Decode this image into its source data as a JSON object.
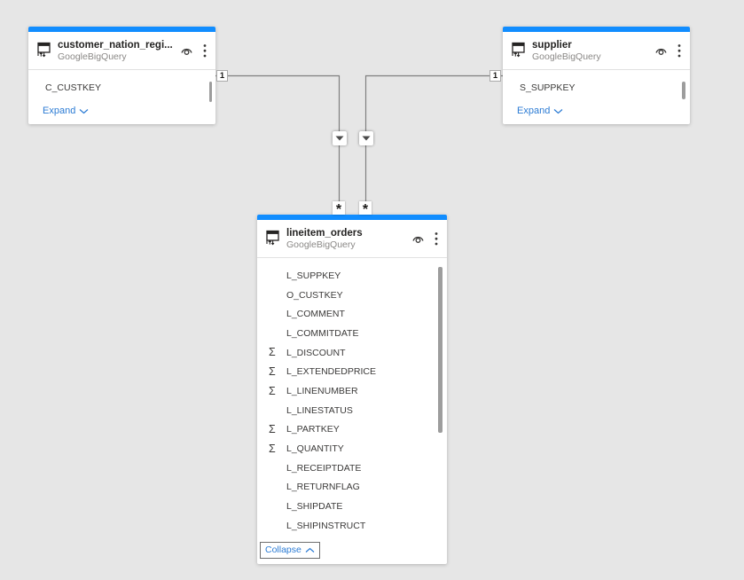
{
  "colors": {
    "canvas_background": "#e6e6e6",
    "accent_blue": "#118DFF",
    "link_blue": "#2b7bd4",
    "connector_gray": "#7f7f7f"
  },
  "icons": {
    "sigma_glyph": "Σ"
  },
  "tables": [
    {
      "title": "customer_nation_regi...",
      "subtitle": "GoogleBigQuery",
      "fields": [
        {
          "name": "C_CUSTKEY",
          "aggregate": false
        }
      ],
      "footer_label": "Expand"
    },
    {
      "title": "supplier",
      "subtitle": "GoogleBigQuery",
      "fields": [
        {
          "name": "S_SUPPKEY",
          "aggregate": false
        }
      ],
      "footer_label": "Expand"
    },
    {
      "title": "lineitem_orders",
      "subtitle": "GoogleBigQuery",
      "fields": [
        {
          "name": "L_SUPPKEY",
          "aggregate": false
        },
        {
          "name": "O_CUSTKEY",
          "aggregate": false
        },
        {
          "name": "L_COMMENT",
          "aggregate": false
        },
        {
          "name": "L_COMMITDATE",
          "aggregate": false
        },
        {
          "name": "L_DISCOUNT",
          "aggregate": true
        },
        {
          "name": "L_EXTENDEDPRICE",
          "aggregate": true
        },
        {
          "name": "L_LINENUMBER",
          "aggregate": true
        },
        {
          "name": "L_LINESTATUS",
          "aggregate": false
        },
        {
          "name": "L_PARTKEY",
          "aggregate": true
        },
        {
          "name": "L_QUANTITY",
          "aggregate": true
        },
        {
          "name": "L_RECEIPTDATE",
          "aggregate": false
        },
        {
          "name": "L_RETURNFLAG",
          "aggregate": false
        },
        {
          "name": "L_SHIPDATE",
          "aggregate": false
        },
        {
          "name": "L_SHIPINSTRUCT",
          "aggregate": false
        }
      ],
      "footer_label": "Collapse"
    }
  ],
  "relationships": [
    {
      "from": "customer_nation_regi...",
      "to": "lineitem_orders",
      "one_label": "1",
      "many_label": "*"
    },
    {
      "from": "supplier",
      "to": "lineitem_orders",
      "one_label": "1",
      "many_label": "*"
    }
  ]
}
